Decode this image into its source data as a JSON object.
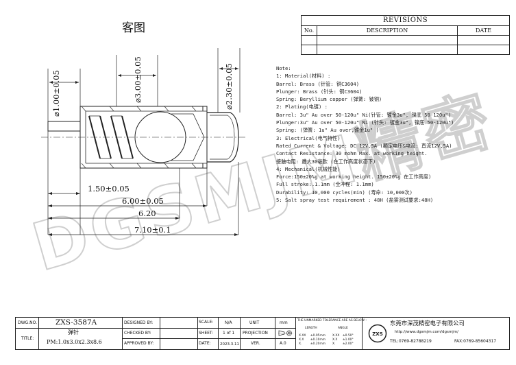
{
  "page": {
    "view_title": "客图",
    "watermark": "DGSMJM精密"
  },
  "revisions": {
    "title": "REVISIONS",
    "col_no": "No.",
    "col_description": "DESCRIPTION",
    "col_date": "DATE"
  },
  "dimensions": {
    "d_tip": "⌀1.00±0.05",
    "d_body": "⌀3.00±0.05",
    "d_plunger": "⌀2.30±0.05",
    "len_tip": "1.50±0.05",
    "len_barrel": "6.00±0.05",
    "len_working": "6.20",
    "len_total": "7.10±0.1"
  },
  "notes": [
    "Note:",
    "  1: Material(材料) :",
    "      Barrel: Brass (针管: 铜C3604)",
    "      Plunger: Brass (针头: 铜C3604)",
    "      Spring: Beryllium copper (弹簧: 铍铜)",
    "  2: Plating(电镀) :",
    "      Barrel: 3u\" Au over 50-120u\" Ni(针管: 镀金3u\", 镍底 50-120u\")",
    "      Plunger:3u\" Au over  50-120u\" Ni (针头: 镀金3u\", 镍底 50-120u\")",
    "      Spring: (弹簧: 1u\" Au over,镀金1u\" )",
    "    3: Electrical(电气特性)",
    "      Rated Current & Voltage: DC 12V,5A (额定电压&电流: 直流12V,5A)",
    "      Contact Resistance: 30 mohm Max. at working height.",
    "      接触电阻: 最大30毫欧 (在工作高度状态下)",
    "  4: Mechanical(机械性能)",
    "      Force:150±20%g  at working height. 150±20%g  在工作高度)",
    "      Full stroke:.1.1mm (全冲程: 1.1mm)",
    "      Durability: 10,000 cycles(min) (寿命: 10,000次)",
    "  5: Salt spray test requirement : 48H (盐雾测试要求:48H)"
  ],
  "title_block": {
    "dwg_no_label": "DWG.NO.",
    "dwg_no": "ZXS-3587A",
    "title_label": "TITLE:",
    "title_cn": "弹针",
    "title_spec": "PM:1.0x3.0x2.3x8.6",
    "designed_by": "DESIGNED BY:",
    "checked_by": "CHECKED BY:",
    "approved_by": "APPROVED BY:",
    "scale_label": "SCALE:",
    "scale_value": "N/A",
    "unit_label": "UNIT",
    "unit_value": "mm",
    "sheet_label": "SHEET:",
    "sheet_value": "1 of 1",
    "projection_label": "PROJECTION",
    "date_label": "DATE:",
    "date_value": "2023.3.11",
    "ver_label": "VER.",
    "ver_value": "A.0",
    "tolerance_title": "THE UNMARKED TOLERANCE ARE AS BELOW :",
    "tol_length": "LENGTH",
    "tol_angle": "ANGLE",
    "tol_rows": [
      [
        "X.XX",
        "±0.05mm",
        "X.XX",
        "±0.50°"
      ],
      [
        "X.X",
        "±0.10mm",
        "X.X",
        "±1.00°"
      ],
      [
        "X.",
        "±0.20mm",
        "X.",
        "±2.00°"
      ]
    ],
    "logo_text": "ZXS",
    "company": "东莞市深茂精密电子有限公司",
    "website": "http://www.dgsmjm.com/dgsmjm/",
    "tel": "TEL:0769-82788219",
    "fax": "FAX:0769-85604317"
  }
}
